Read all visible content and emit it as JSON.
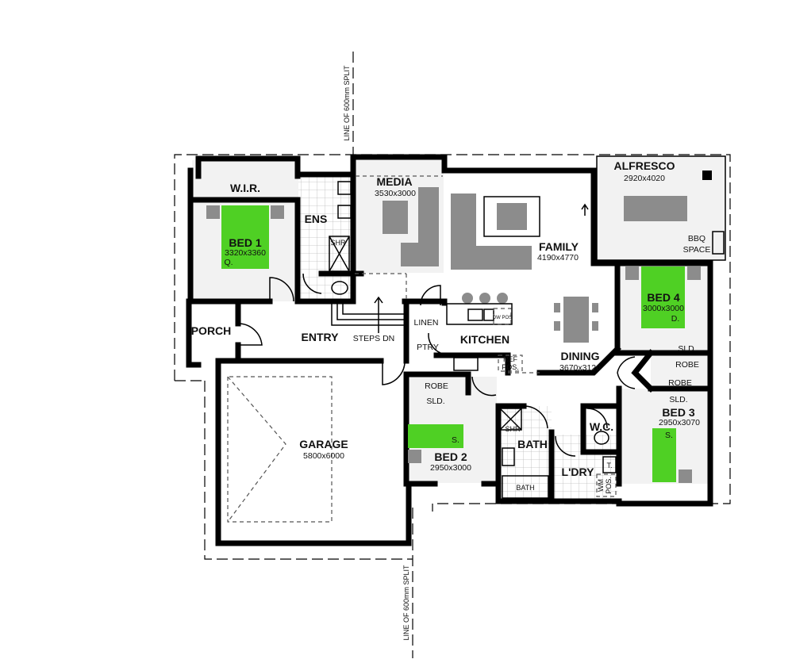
{
  "split_line_top": "LINE OF 600mm SPLIT",
  "split_line_bottom": "LINE OF 600mm SPLIT",
  "rooms": {
    "alfresco": {
      "name": "ALFRESCO",
      "size": "2920x4020"
    },
    "bbq": {
      "line1": "BBQ",
      "line2": "SPACE"
    },
    "wir": {
      "name": "W.I.R."
    },
    "bed1": {
      "name": "BED 1",
      "size": "3320x3360",
      "bed": "Q."
    },
    "ens": {
      "name": "ENS",
      "shower": "SHR"
    },
    "media": {
      "name": "MEDIA",
      "size": "3530x3000"
    },
    "family": {
      "name": "FAMILY",
      "size": "4190x4770"
    },
    "porch": {
      "name": "PORCH"
    },
    "entry": {
      "name": "ENTRY",
      "steps": "STEPS DN"
    },
    "linen": {
      "name": "LINEN"
    },
    "kitchen": {
      "name": "KITCHEN",
      "dw": "DW POS",
      "ref1": "REF",
      "ref2": "POS."
    },
    "ptry": {
      "name": "PTRY"
    },
    "dining": {
      "name": "DINING",
      "size": "3670x3120"
    },
    "bed4": {
      "name": "BED 4",
      "size": "3000x3000",
      "bed": "D.",
      "sld": "SLD."
    },
    "robe_a": {
      "name": "ROBE"
    },
    "robe_b": {
      "name": "ROBE"
    },
    "bed3": {
      "name": "BED 3",
      "size": "2950x3070",
      "bed": "S.",
      "sld": "SLD."
    },
    "garage": {
      "name": "GARAGE",
      "size": "5800x6000"
    },
    "robe_c": {
      "name": "ROBE"
    },
    "bed2": {
      "name": "BED 2",
      "size": "2950x3000",
      "bed": "S.",
      "sld": "SLD."
    },
    "bath": {
      "name": "BATH",
      "shower": "SHR",
      "tub": "BATH"
    },
    "wc": {
      "name": "W.C."
    },
    "ldry": {
      "name": "L'DRY",
      "wm1": "WM",
      "wm2": "POS.",
      "tub": "T."
    }
  },
  "colors": {
    "bed": "#4fd024",
    "furniture": "#8c8c8c",
    "wall": "#000000"
  }
}
